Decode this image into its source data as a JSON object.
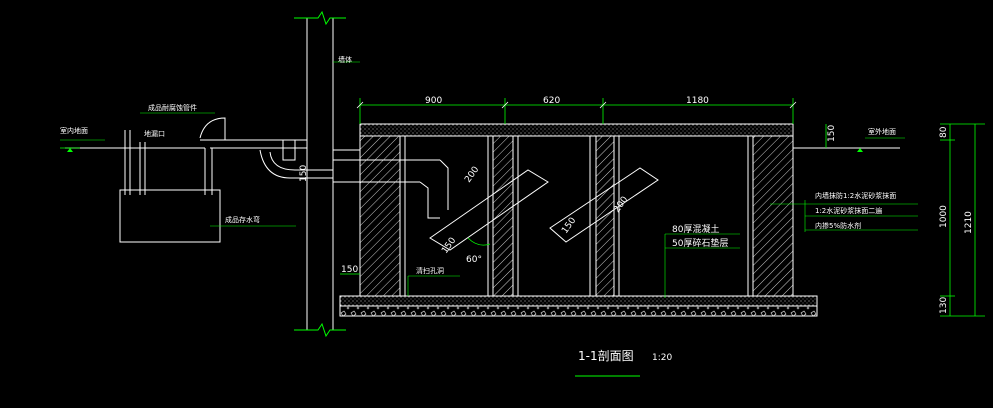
{
  "drawing": {
    "title": "1-1剖面图",
    "scale": "1:20",
    "colors": {
      "background": "#000000",
      "structure": "#ffffff",
      "dimension": "#00ff00",
      "pipe": "#ffffff",
      "concrete_fill": "#d8d8d8"
    },
    "labels": {
      "wall": "墙体",
      "indoor_ground": "室内地面",
      "outdoor_ground": "室外地面",
      "floor_drain": "地漏口",
      "finished_drain_pipe": "成品耐腐蚀管件",
      "finished_trap": "成品存水弯",
      "inner_finish": "内墙抹防1:2水泥砂浆抹面",
      "cement_mortar": "1:2水泥砂浆抹面二遍",
      "waterproof": "内掺5%防水剂",
      "base_concrete": "80厚混凝土",
      "gravel_base": "50厚碎石垫层",
      "clean_hole": "清扫孔洞"
    },
    "dims": {
      "top_1": "900",
      "top_2": "620",
      "top_3": "1180",
      "slab_150": "150",
      "pipe_150": "150",
      "bottom_150": "150",
      "right_80": "80",
      "right_1000": "1000",
      "right_130": "130",
      "right_total": "1210",
      "pipe_200_a": "200",
      "pipe_200_b": "200",
      "pipe_150_a": "150",
      "pipe_150_b": "150",
      "angle": "60°"
    }
  }
}
